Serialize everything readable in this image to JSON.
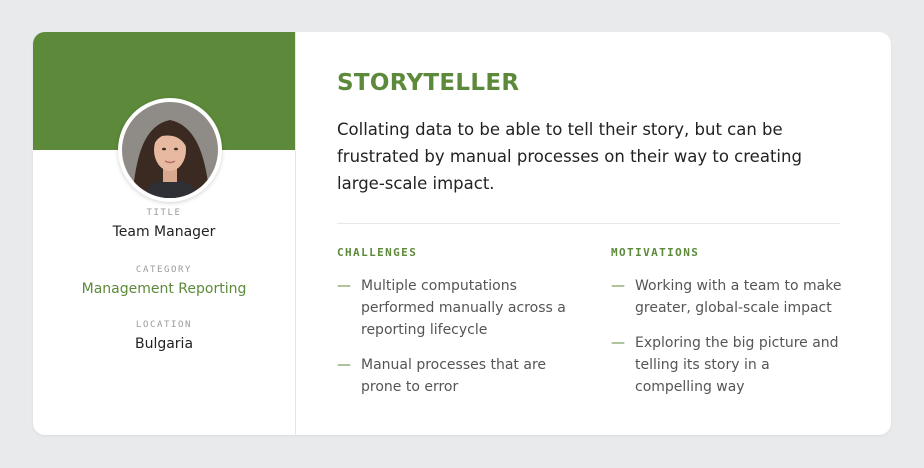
{
  "persona": {
    "name": "STORYTELLER",
    "summary": "Collating data to be able to tell their story, but can be frustrated by manual processes on their way to creating large-scale impact."
  },
  "profile": {
    "title_label": "TITLE",
    "title_value": "Team Manager",
    "category_label": "CATEGORY",
    "category_value": "Management Reporting",
    "location_label": "LOCATION",
    "location_value": "Bulgaria"
  },
  "challenges": {
    "heading": "CHALLENGES",
    "items": [
      "Multiple computations performed manually across a reporting lifecycle",
      "Manual processes that are prone to error"
    ]
  },
  "motivations": {
    "heading": "MOTIVATIONS",
    "items": [
      "Working with a team to make greater, global-scale impact",
      "Exploring the big picture and telling its story in a compelling way"
    ]
  },
  "colors": {
    "accent": "#5d8a3a",
    "background": "#e9eaec",
    "card": "#ffffff"
  }
}
